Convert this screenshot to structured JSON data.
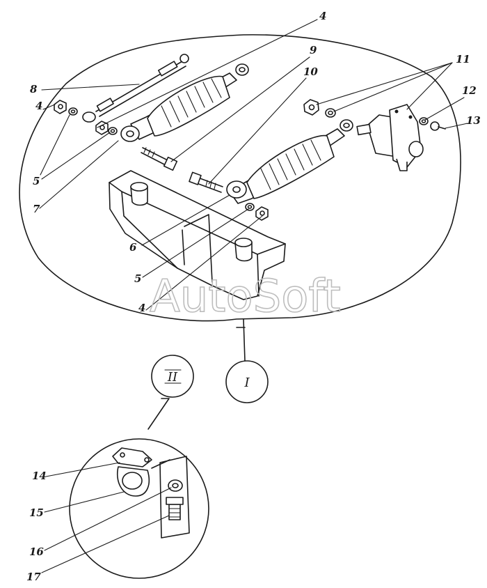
{
  "watermark": "AutoSoft",
  "views": [
    {
      "id": "I",
      "label": "I"
    },
    {
      "id": "II",
      "label": "II"
    }
  ],
  "callouts": [
    {
      "id": "c4a",
      "text": "4"
    },
    {
      "id": "c4b",
      "text": "4"
    },
    {
      "id": "c4c",
      "text": "4"
    },
    {
      "id": "c5a",
      "text": "5"
    },
    {
      "id": "c5b",
      "text": "5"
    },
    {
      "id": "c6",
      "text": "6"
    },
    {
      "id": "c7",
      "text": "7"
    },
    {
      "id": "c8",
      "text": "8"
    },
    {
      "id": "c9",
      "text": "9"
    },
    {
      "id": "c10",
      "text": "10"
    },
    {
      "id": "c11",
      "text": "11"
    },
    {
      "id": "c12",
      "text": "12"
    },
    {
      "id": "c13",
      "text": "13"
    },
    {
      "id": "c14",
      "text": "14"
    },
    {
      "id": "c15",
      "text": "15"
    },
    {
      "id": "c16",
      "text": "16"
    },
    {
      "id": "c17",
      "text": "17"
    }
  ],
  "colors": {
    "ink": "#1a1a1a",
    "watermark": "#bdbdbd",
    "background": "#ffffff"
  }
}
